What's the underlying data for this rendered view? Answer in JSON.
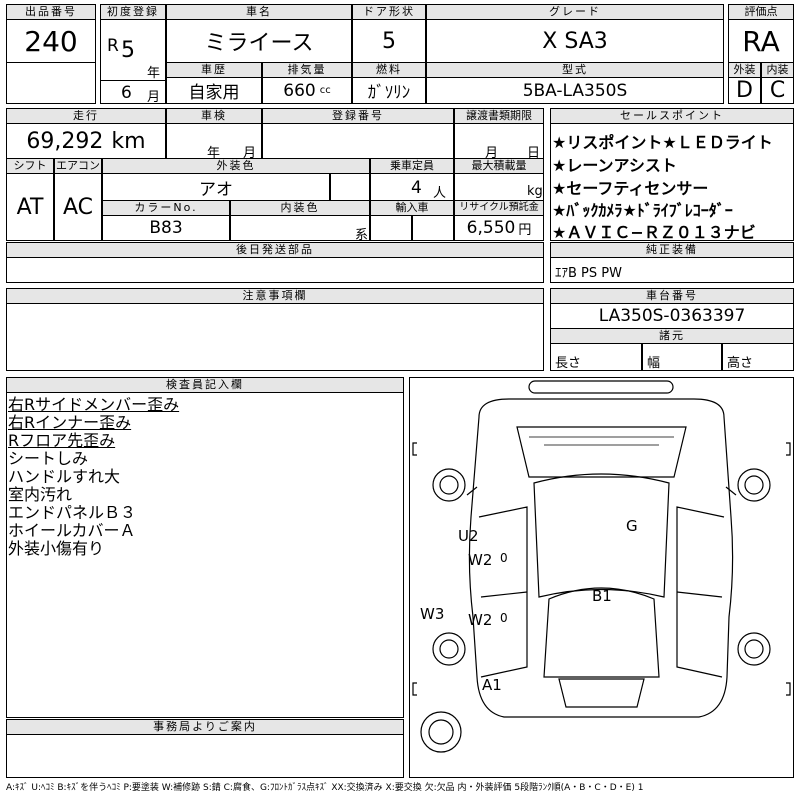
{
  "header": {
    "lot_label": "出品番号",
    "lot_value": "240",
    "reg_label": "初度登録",
    "era": "R",
    "reg_year": "5",
    "year_unit": "年",
    "reg_month": "6",
    "month_unit": "月",
    "name_label": "車名",
    "name_value": "ミライース",
    "door_label": "ドア形状",
    "door_value": "5",
    "grade_label": "グレード",
    "grade_value": "X SA3",
    "score_label": "評価点",
    "score_value": "RA",
    "history_label": "車歴",
    "history_value": "自家用",
    "displacement_label": "排気量",
    "displacement_value": "660",
    "displacement_unit": "cc",
    "fuel_label": "燃料",
    "fuel_value": "ｶﾞｿﾘﾝ",
    "model_label": "型式",
    "model_value": "5BA-LA350S",
    "exterior_label": "外装",
    "exterior_value": "D",
    "interior_label": "内装",
    "interior_value": "C"
  },
  "row2": {
    "mileage_label": "走行",
    "mileage_value": "69,292",
    "mileage_unit": "km",
    "inspection_label": "車検",
    "inspection_year_unit": "年",
    "inspection_month_unit": "月",
    "regno_label": "登録番号",
    "transfer_label": "譲渡書類期限",
    "transfer_month_unit": "月",
    "transfer_day_unit": "日",
    "shift_label": "シフト",
    "shift_value": "AT",
    "aircon_label": "エアコン",
    "aircon_value": "AC",
    "color_label": "外装色",
    "color_value": "アオ",
    "capacity_label": "乗車定員",
    "capacity_value": "4",
    "capacity_unit": "人",
    "load_label": "最大積載量",
    "load_unit": "kg",
    "colorno_label": "カラーNo.",
    "colorno_value": "B83",
    "intcolor_label": "内装色",
    "intcolor_unit": "系",
    "import_label": "輸入車",
    "recycle_label": "リサイクル預託金",
    "recycle_value": "6,550",
    "recycle_unit": "円"
  },
  "sales_points": {
    "label": "セールスポイント",
    "lines": [
      "★リスポイント★ＬＥＤライト",
      "★レーンアシスト",
      "★セーフティセンサー",
      "★ﾊﾞｯｸｶﾒﾗ★ﾄﾞﾗｲﾌﾞﾚｺｰﾀﾞｰ",
      "★ＡＶＩＣ−ＲＺ０１３ナビ"
    ]
  },
  "equipment": {
    "label": "純正装備",
    "value": "ｴｱB PS PW"
  },
  "later_parts": {
    "label": "後日発送部品"
  },
  "notes": {
    "label": "注意事項欄"
  },
  "chassis": {
    "label": "車台番号",
    "value": "LA350S-0363397"
  },
  "dims": {
    "label": "諸元",
    "length": "長さ",
    "width": "幅",
    "height": "高さ"
  },
  "inspector": {
    "label": "検査員記入欄",
    "lines": [
      "右Rサイドメンバー歪み",
      "右Rインナー歪み",
      "Rフロア先歪み",
      "シートしみ",
      "ハンドルすれ大",
      "室内汚れ",
      "エンドパネルＢ３",
      "ホイールカバーＡ",
      "外装小傷有り"
    ]
  },
  "office": {
    "label": "事務局よりご案内"
  },
  "diagram": {
    "marks": {
      "u2": "U2",
      "w2a": "W2",
      "w2b": "W2",
      "w3": "W3",
      "g": "G",
      "b1": "B1",
      "a1": "A1",
      "zero_a": "0",
      "zero_b": "0"
    }
  },
  "legend": "A:ｷｽﾞ U:ﾍｺﾐ B:ｷｽﾞを伴うﾍｺﾐ P:要塗装 W:補修跡 S:錆 C:腐食、G:ﾌﾛﾝﾄｶﾞﾗｽ点ｷｽﾞ XX:交換済み X:要交換 欠:欠品 内・外装評価 5段階ﾗﾝｸ順(A・B・C・D・E) 1"
}
